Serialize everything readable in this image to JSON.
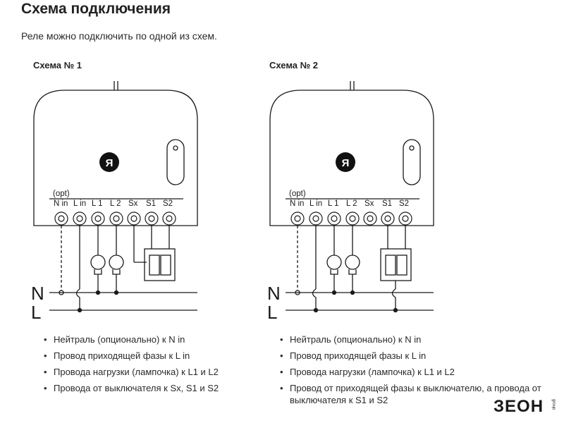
{
  "header": {
    "title": "Схема подключения",
    "subtitle": "Реле можно подключить по одной из схем."
  },
  "schemes": [
    {
      "title": "Схема № 1",
      "logo_letter": "Я",
      "opt_label": "(opt)",
      "pins": [
        "N in",
        "L in",
        "L 1",
        "L 2",
        "Sx",
        "S1",
        "S2"
      ],
      "bus_labels": [
        "N",
        "L"
      ],
      "notes": [
        "Нейтраль (опционально) к N in",
        "Провод приходящей фазы к L in",
        "Провода нагрузки (лампочка) к L1 и L2",
        "Провода от выключателя к Sx, S1 и S2"
      ]
    },
    {
      "title": "Схема № 2",
      "logo_letter": "Я",
      "opt_label": "(opt)",
      "pins": [
        "N in",
        "L in",
        "L 1",
        "L 2",
        "Sx",
        "S1",
        "S2"
      ],
      "bus_labels": [
        "N",
        "L"
      ],
      "notes": [
        "Нейтраль (опционально) к N in",
        "Провод приходящей фазы к L in",
        "Провода нагрузки (лампочка) к L1 и L2",
        "Провод от приходящей фазы к выключателю, а провода от выключателя к S1 и S2"
      ]
    }
  ],
  "brand": {
    "name": "ЗЕОН",
    "suffix": "group",
    "color": "#1a1a1a"
  }
}
